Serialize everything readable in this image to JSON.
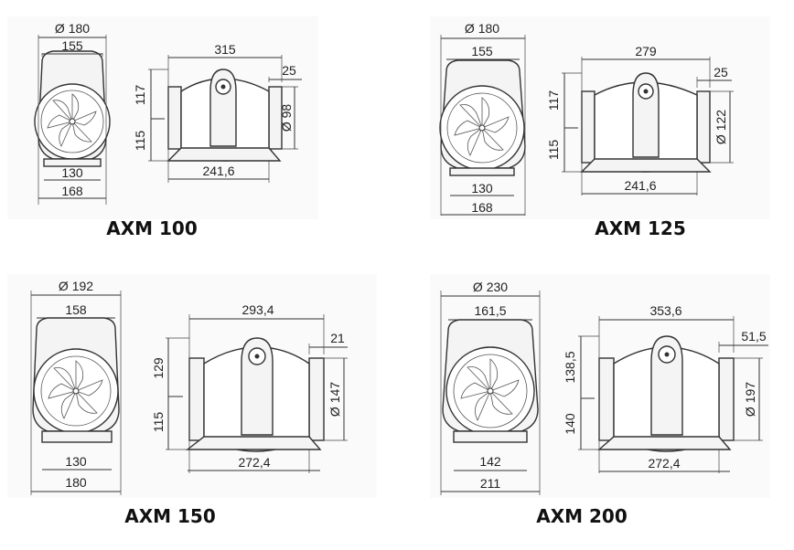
{
  "diagrams": [
    {
      "model": "AXM 100",
      "front": {
        "diameter": "Ø 180",
        "top_width": "155",
        "base_inner": "130",
        "base_outer": "168"
      },
      "side": {
        "length": "315",
        "duct": "25",
        "height_top": "117",
        "height_bottom": "115",
        "outlet_diameter": "Ø 98",
        "base_length": "241,6"
      }
    },
    {
      "model": "AXM 125",
      "front": {
        "diameter": "Ø 180",
        "top_width": "155",
        "base_inner": "130",
        "base_outer": "168"
      },
      "side": {
        "length": "279",
        "duct": "25",
        "height_top": "117",
        "height_bottom": "115",
        "outlet_diameter": "Ø 122",
        "base_length": "241,6"
      }
    },
    {
      "model": "AXM 150",
      "front": {
        "diameter": "Ø 192",
        "top_width": "158",
        "base_inner": "130",
        "base_outer": "180"
      },
      "side": {
        "length": "293,4",
        "duct": "21",
        "height_top": "129",
        "height_bottom": "115",
        "outlet_diameter": "Ø 147",
        "base_length": "272,4"
      }
    },
    {
      "model": "AXM 200",
      "front": {
        "diameter": "Ø 230",
        "top_width": "161,5",
        "base_inner": "142",
        "base_outer": "211"
      },
      "side": {
        "length": "353,6",
        "duct": "51,5",
        "height_top": "138,5",
        "height_bottom": "140",
        "outlet_diameter": "Ø 197",
        "base_length": "272,4"
      }
    }
  ]
}
